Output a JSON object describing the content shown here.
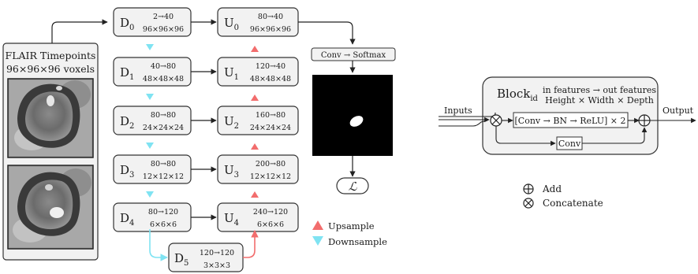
{
  "input": {
    "title_line1": "FLAIR Timepoints",
    "title_line2": "96×96×96 voxels"
  },
  "encoder": [
    {
      "base": "D",
      "sub": "0",
      "channels": "2→40",
      "size": "96×96×96"
    },
    {
      "base": "D",
      "sub": "1",
      "channels": "40→80",
      "size": "48×48×48"
    },
    {
      "base": "D",
      "sub": "2",
      "channels": "80→80",
      "size": "24×24×24"
    },
    {
      "base": "D",
      "sub": "3",
      "channels": "80→80",
      "size": "12×12×12"
    },
    {
      "base": "D",
      "sub": "4",
      "channels": "80→120",
      "size": "6×6×6"
    }
  ],
  "bottleneck": {
    "base": "D",
    "sub": "5",
    "channels": "120→120",
    "size": "3×3×3"
  },
  "decoder": [
    {
      "base": "U",
      "sub": "0",
      "channels": "80→40",
      "size": "96×96×96"
    },
    {
      "base": "U",
      "sub": "1",
      "channels": "120→40",
      "size": "48×48×48"
    },
    {
      "base": "U",
      "sub": "2",
      "channels": "160→80",
      "size": "24×24×24"
    },
    {
      "base": "U",
      "sub": "3",
      "channels": "200→80",
      "size": "12×12×12"
    },
    {
      "base": "U",
      "sub": "4",
      "channels": "240→120",
      "size": "6×6×6"
    }
  ],
  "output_head": {
    "label": "Conv → Softmax",
    "loss_symbol": "ℒ"
  },
  "legend_sampling": {
    "upsample": "Upsample",
    "downsample": "Downsample"
  },
  "block": {
    "name_base": "Block",
    "name_sub": "id",
    "header_line1": "in features → out features",
    "header_line2": "Height × Width × Depth",
    "inputs_label": "Inputs",
    "output_label": "Output",
    "inner_op": "[Conv → BN → ReLU] × 2",
    "skip_op": "Conv"
  },
  "legend_ops": {
    "add": "Add",
    "concatenate": "Concatenate"
  },
  "colors": {
    "upsample": "#f26d6d",
    "downsample": "#7fe3f2",
    "box_fill": "#f2f2f2",
    "box_stroke": "#333333",
    "mask_bg": "#000000",
    "mask_blob": "#ffffff"
  }
}
